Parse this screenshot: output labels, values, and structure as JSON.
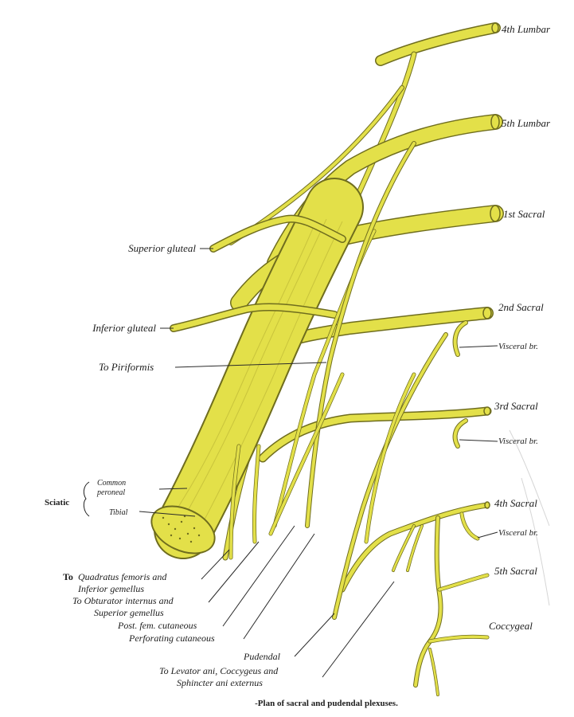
{
  "caption": "-Plan of sacral and pudendal plexuses.",
  "roots": {
    "l4": "4th Lumbar",
    "l5": "5th Lumbar",
    "s1": "1st Sacral",
    "s2": "2nd Sacral",
    "s3": "3rd Sacral",
    "s4": "4th Sacral",
    "s5": "5th Sacral",
    "coccygeal": "Coccygeal"
  },
  "visceral": {
    "s2": "Visceral br.",
    "s3": "Visceral br.",
    "s4": "Visceral br."
  },
  "left_labels": {
    "superior_gluteal": "Superior gluteal",
    "inferior_gluteal": "Inferior gluteal",
    "to_piriformis": "To Piriformis"
  },
  "sciatic": {
    "label": "Sciatic",
    "common_peroneal_1": "Common",
    "common_peroneal_2": "peroneal",
    "tibial": "Tibial"
  },
  "bottom_labels": {
    "quadratus_1": "Quadratus femoris and",
    "quadratus_to": "To",
    "quadratus_2": "Inferior gemellus",
    "obturator_1": "To Obturator internus and",
    "obturator_2": "Superior gemellus",
    "post_fem": "Post. fem. cutaneous",
    "perforating": "Perforating cutaneous",
    "pudendal": "Pudendal",
    "levator_1": "To Levator ani, Coccygeus and",
    "levator_2": "Sphincter ani externus"
  },
  "colors": {
    "nerve": "#e3e049",
    "nerve_edge": "#6f6d1e",
    "text": "#1d1d1d",
    "background": "#ffffff"
  }
}
